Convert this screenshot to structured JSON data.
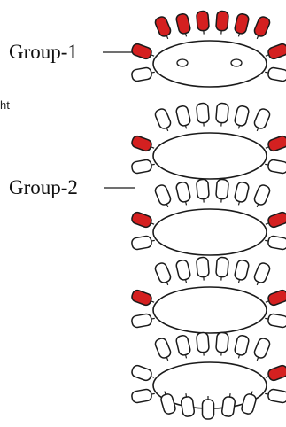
{
  "figure": {
    "labels": [
      {
        "id": "group-1",
        "text": "Group-1"
      },
      {
        "id": "group-2",
        "text": "Group-2"
      }
    ],
    "cropped_text": "ht"
  },
  "colors": {
    "outline": "#1a1a1a",
    "filled": "#d42020",
    "empty": "#ffffff"
  },
  "structure": {
    "plates": 5,
    "style": "stacked ring plates with radial LED-like pods, red pods mark filled sites"
  }
}
